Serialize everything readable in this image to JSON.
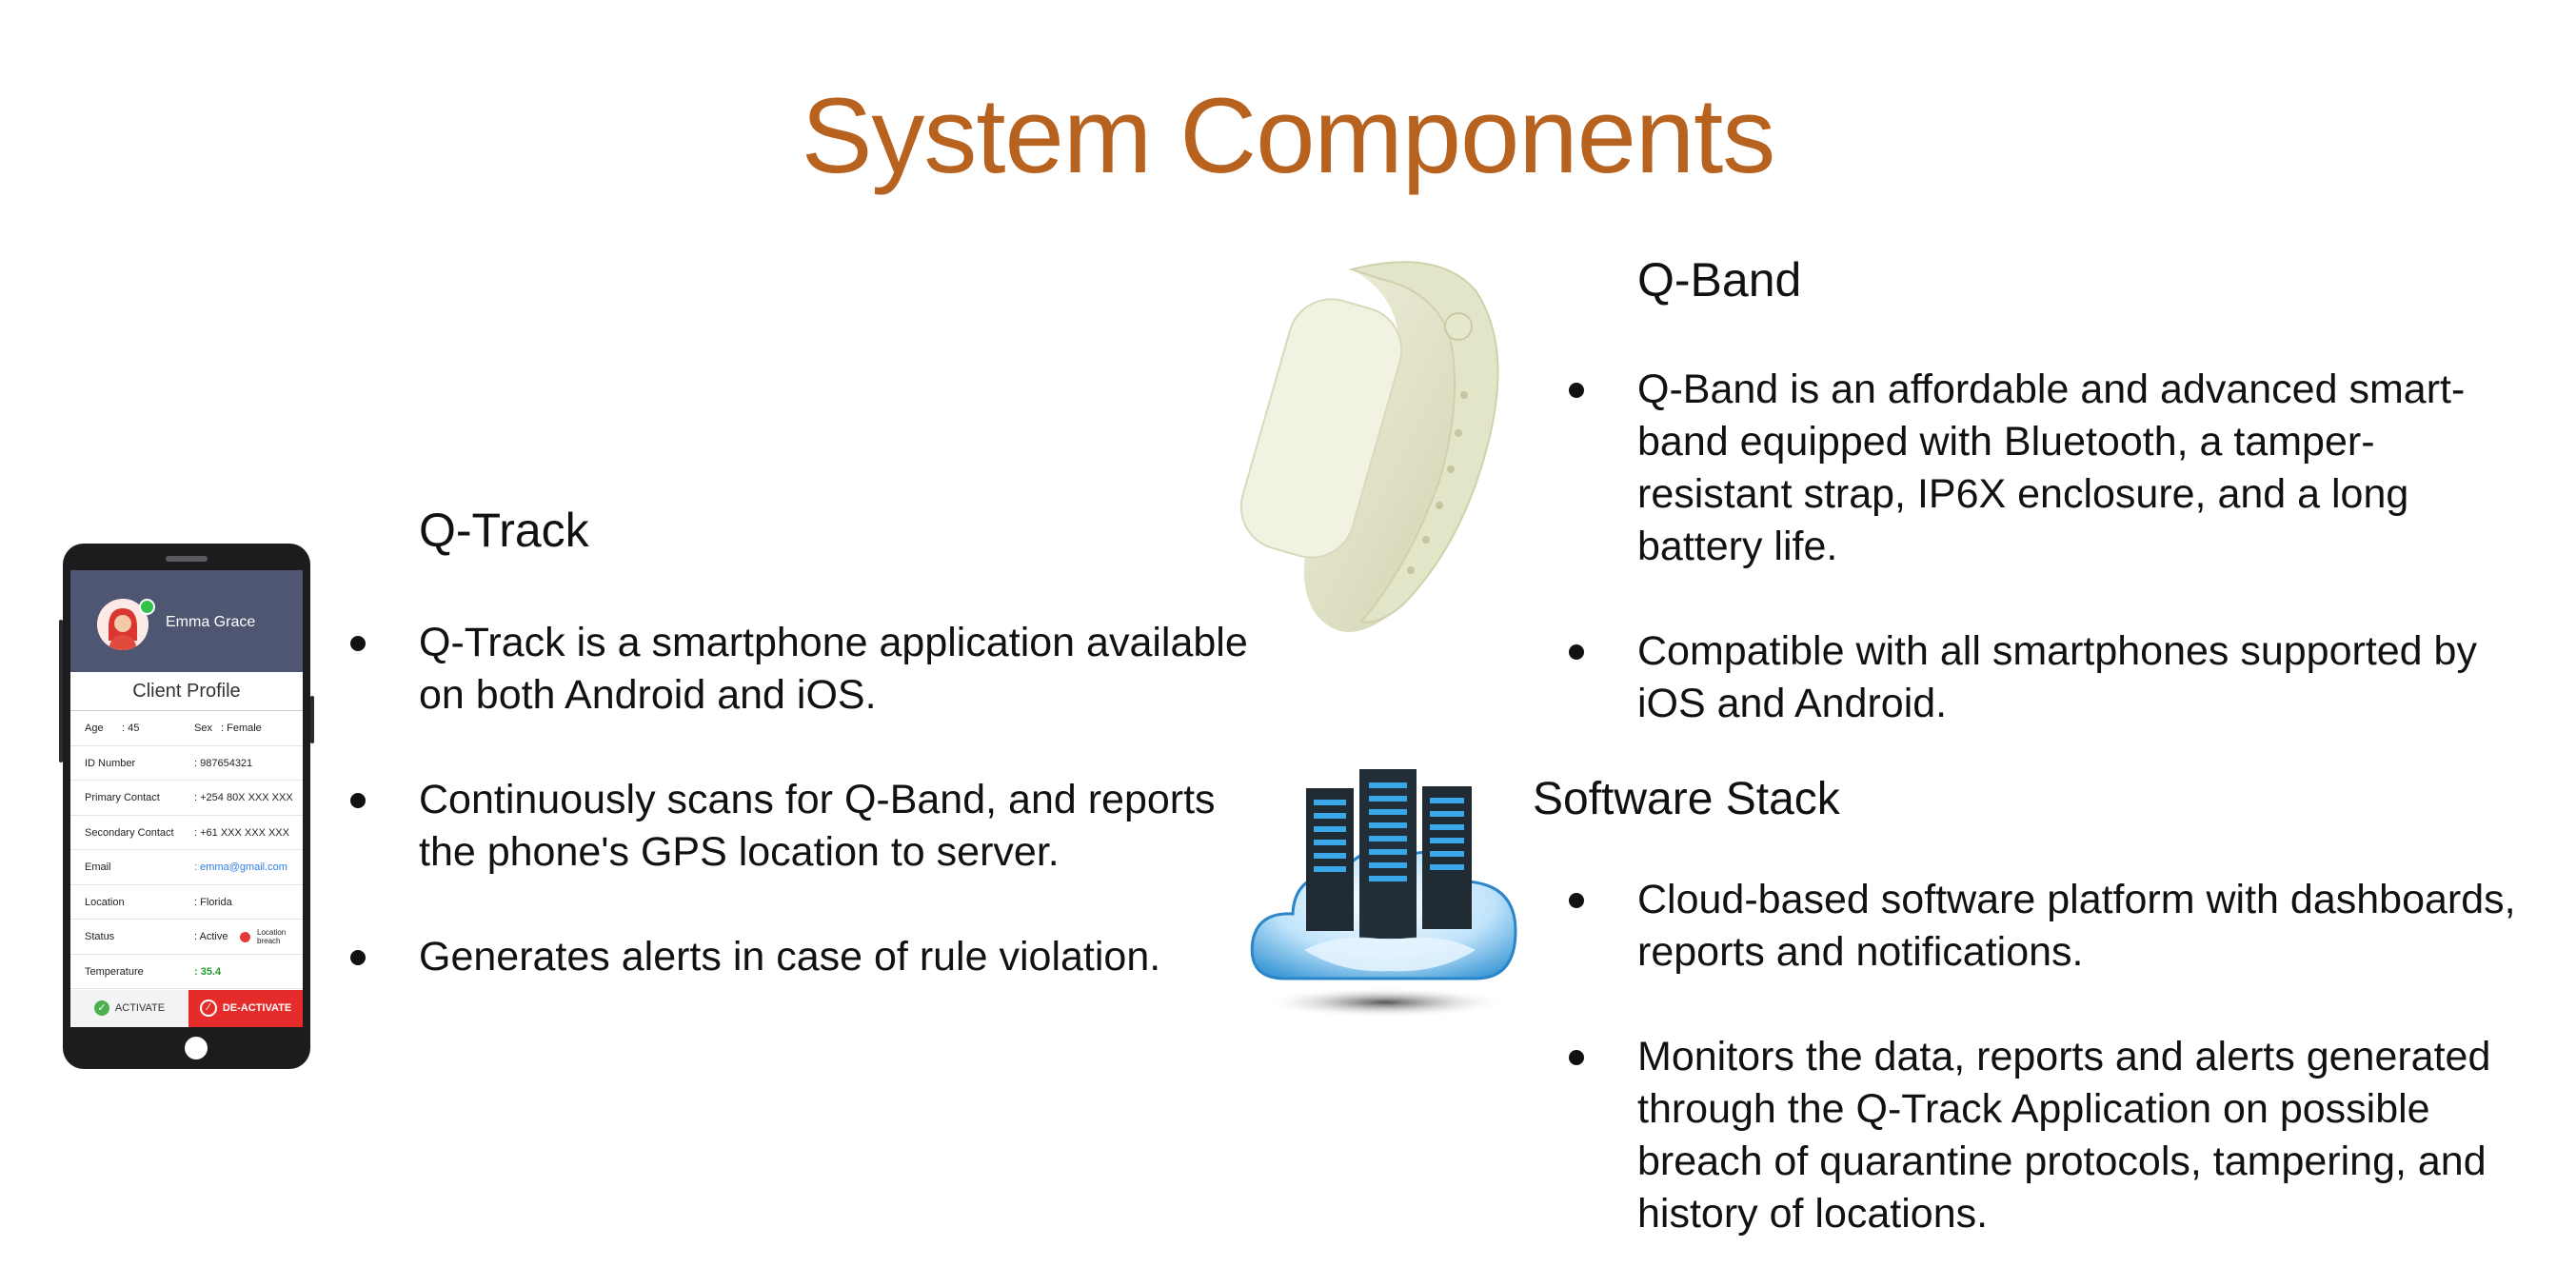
{
  "title": "System Components",
  "qtrack": {
    "heading": "Q-Track",
    "bullets": [
      "Q-Track is a smartphone application available on both Android and iOS.",
      "Continuously scans for Q-Band, and reports the phone's GPS location to server.",
      "Generates alerts in case of rule violation."
    ]
  },
  "qband": {
    "heading": "Q-Band",
    "bullets": [
      "Q-Band is an affordable and advanced smart-band equipped with Bluetooth, a tamper-resistant strap, IP6X enclosure, and a long battery life.",
      "Compatible with all smartphones supported by iOS and Android."
    ]
  },
  "software": {
    "heading": "Software Stack",
    "bullets": [
      "Cloud-based software platform with dashboards, reports and notifications.",
      "Monitors the data, reports and alerts generated through the Q-Track Application on possible breach of quarantine protocols, tampering, and history of locations."
    ]
  },
  "phone": {
    "user_name": "Emma Grace",
    "profile_title": "Client Profile",
    "age_label": "Age",
    "age_value": ": 45",
    "sex_label": "Sex",
    "sex_value": ": Female",
    "rows": [
      {
        "label": "ID Number",
        "value": ": 987654321"
      },
      {
        "label": "Primary Contact",
        "value": ": +254 80X XXX XXX"
      },
      {
        "label": "Secondary Contact",
        "value": ": +61 XXX XXX XXX"
      },
      {
        "label": "Email",
        "value": ": emma@gmail.com"
      },
      {
        "label": "Location",
        "value": ": Florida"
      }
    ],
    "status_label": "Status",
    "status_value": ": Active",
    "location_breach": "Location breach",
    "temperature_label": "Temperature",
    "temperature_value": ": 35.4",
    "activate_label": "ACTIVATE",
    "deactivate_label": "DE-ACTIVATE"
  },
  "colors": {
    "title": "#b8621f",
    "phone_header": "#4e5671",
    "deactivate": "#e62b2b",
    "online_dot": "#35c24a"
  }
}
